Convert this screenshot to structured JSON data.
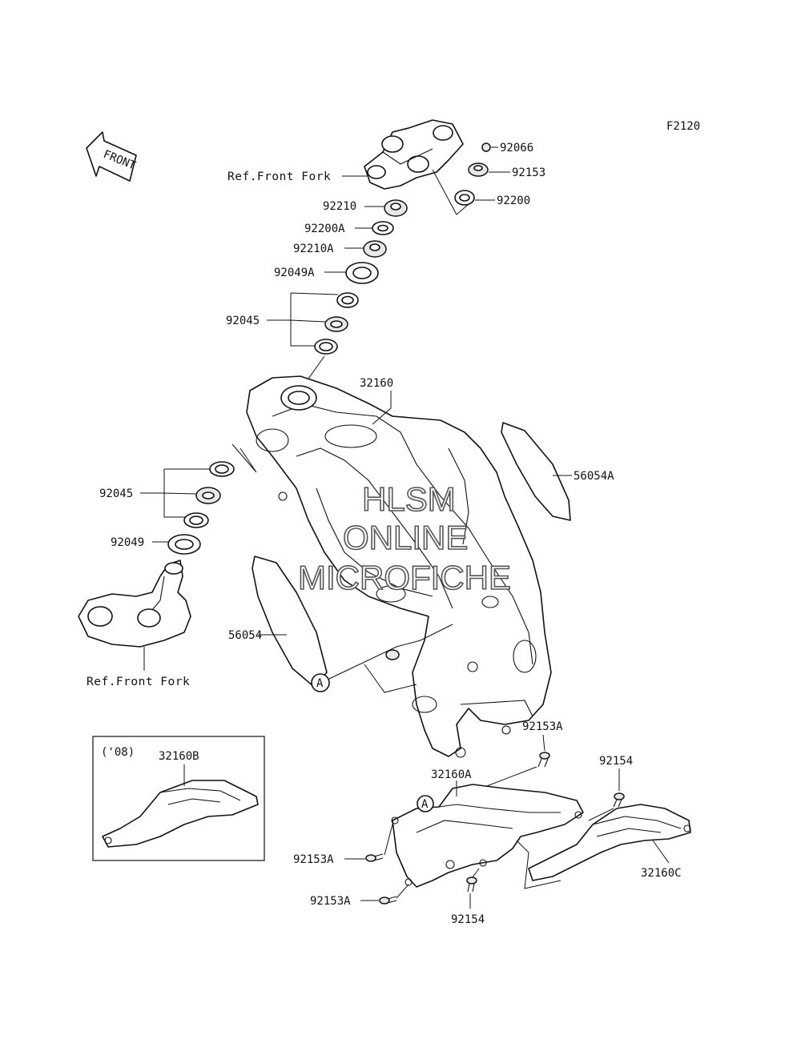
{
  "diagram_code": "F2120",
  "front_marker": "FRONT",
  "refs": {
    "top_fork": "Ref.Front Fork",
    "bottom_fork": "Ref.Front Fork"
  },
  "inset_year": "('08)",
  "callout": "A",
  "watermark": [
    "HLSM",
    "ONLINE",
    "MICROFICHE"
  ],
  "parts": {
    "p92066": "92066",
    "p92153": "92153",
    "p92200": "92200",
    "p92210": "92210",
    "p92200A": "92200A",
    "p92210A": "92210A",
    "p92049A": "92049A",
    "p92045_top": "92045",
    "p32160": "32160",
    "p56054A": "56054A",
    "p92045_bot": "92045",
    "p92049": "92049",
    "p56054": "56054",
    "p32160B": "32160B",
    "p92153A_top": "92153A",
    "p32160A": "32160A",
    "p92154_top": "92154",
    "p92153A_mid": "92153A",
    "p92153A_low": "92153A",
    "p92154_bot": "92154",
    "p32160C": "32160C"
  }
}
